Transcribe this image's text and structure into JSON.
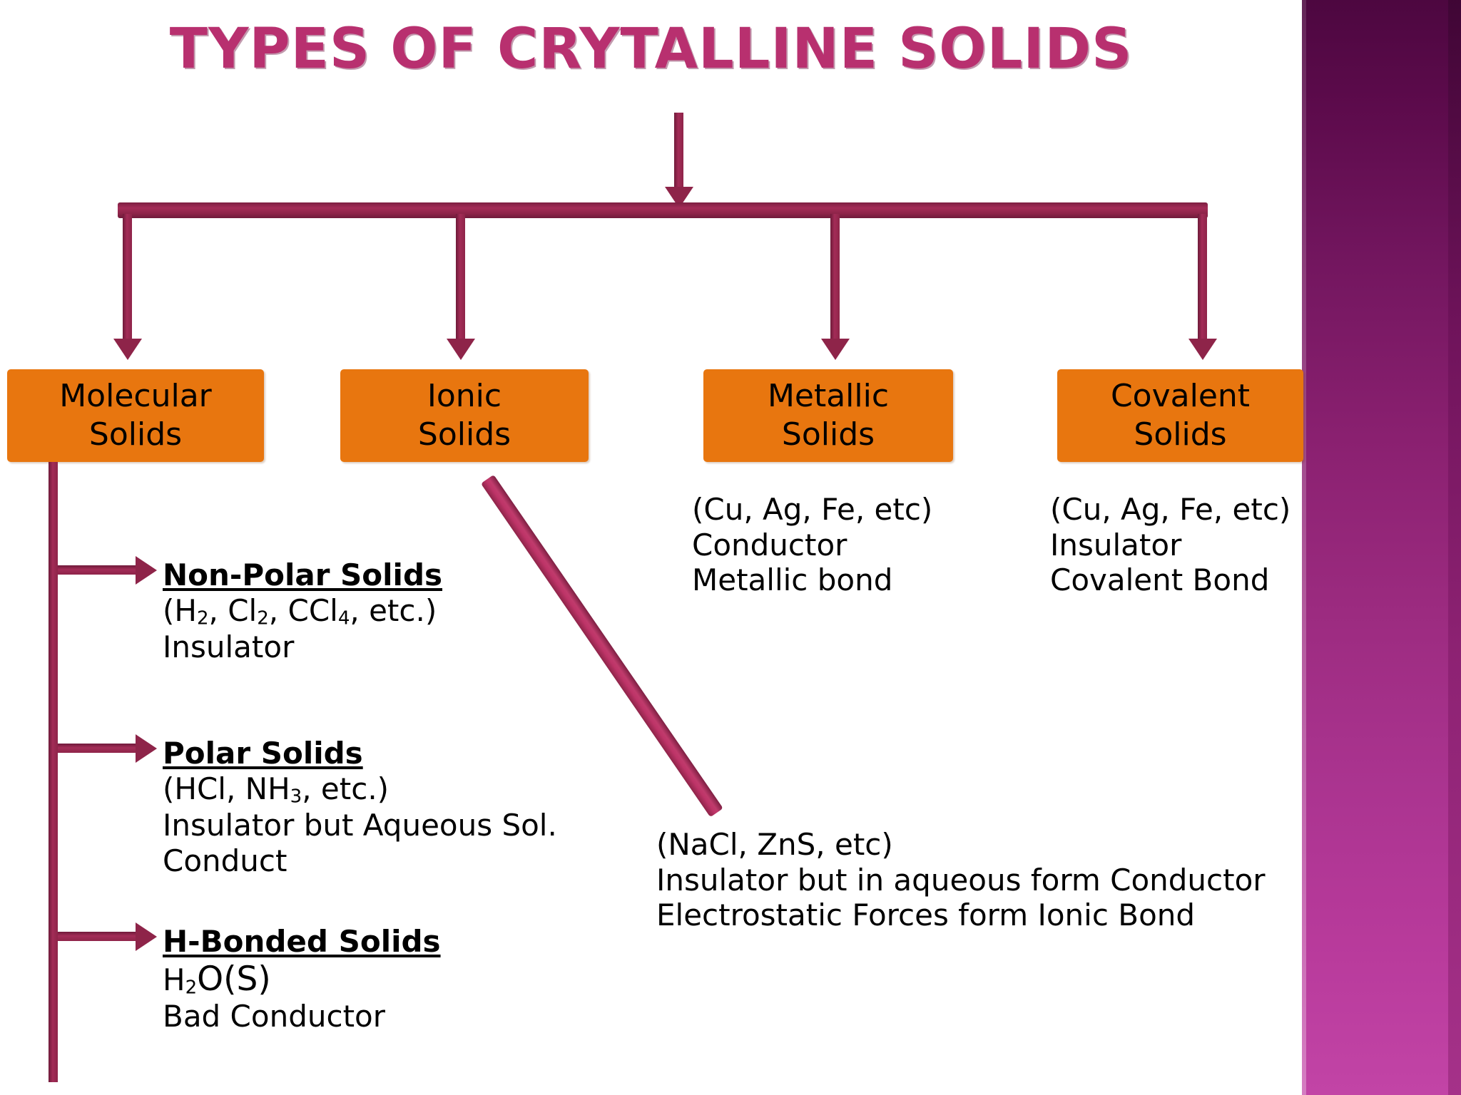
{
  "title": "TYPES OF CRYTALLINE SOLIDS",
  "colors": {
    "title_pink": "#b8306f",
    "box_orange": "#e8760f",
    "connector_maroon": "#8e2449",
    "band_dark_purple": "#4d0740",
    "band_light_magenta": "#c244a6",
    "text_black": "#000000"
  },
  "categories": [
    {
      "name": "Molecular",
      "name_line2": "Solids"
    },
    {
      "name": "Ionic",
      "name_line2": "Solids"
    },
    {
      "name": "Metallic",
      "name_line2": "Solids"
    },
    {
      "name": "Covalent",
      "name_line2": "Solids"
    }
  ],
  "molecular_branches": [
    {
      "heading": "Non-Polar Solids",
      "formula_pre": "(H",
      "formula_sub1": "2",
      "formula_mid1": ", Cl",
      "formula_sub2": "2",
      "formula_mid2": ", CCl",
      "formula_sub3": "4",
      "formula_post": ", etc.)",
      "property": "Insulator"
    },
    {
      "heading": "Polar Solids",
      "formula_pre": "(HCl, NH",
      "formula_sub1": "3",
      "formula_post": ", etc.)",
      "property_line1": "Insulator but Aqueous Sol.",
      "property_line2": "Conduct"
    },
    {
      "heading": "H-Bonded Solids",
      "formula_pre": "H",
      "formula_sub1": "2",
      "formula_post": "O(S)",
      "property": "Bad Conductor"
    }
  ],
  "ionic_details": {
    "examples": "(NaCl, ZnS, etc)",
    "line2": "Insulator but in aqueous form Conductor",
    "line3": "Electrostatic Forces form Ionic Bond"
  },
  "metallic_details": {
    "examples": "(Cu, Ag, Fe, etc)",
    "line2": "Conductor",
    "line3": "Metallic bond"
  },
  "covalent_details": {
    "examples": "(Cu, Ag, Fe, etc)",
    "line2": "Insulator",
    "line3": "Covalent Bond"
  }
}
